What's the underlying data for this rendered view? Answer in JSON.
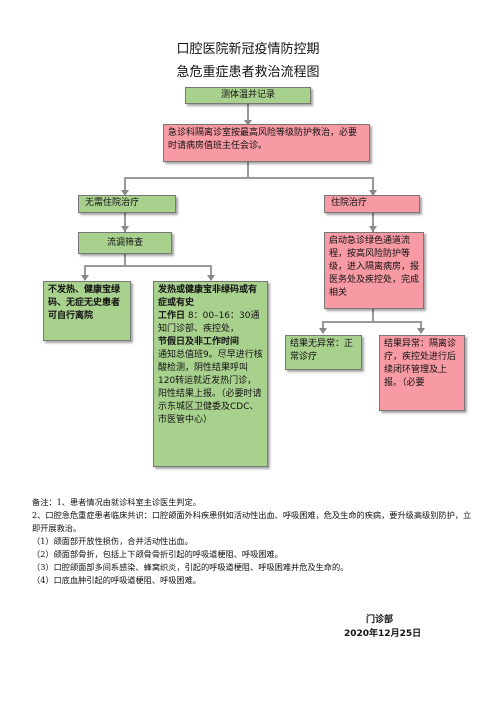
{
  "title_line1": "口腔医院新冠疫情防控期",
  "title_line2": "急危重症患者救治流程图",
  "boxes": {
    "temp": "测体温并记录",
    "isolation": "急诊科隔离诊室按最高风险等级防护救治，必要时请病房值班主任会诊。",
    "no_hospital": "无需住院治疗",
    "hospital": "住院治疗",
    "epi": "流调筛查",
    "no_fever": "不发热、健康宝绿码、无症无史患者可自行离院",
    "green_channel": "启动急诊绿色通道流程，按高风险防护等级，进入隔离病房，报医务处及疾控处，完成相关",
    "fever_title": "发热或健康宝非绿码或有症或有史",
    "fever_workday_label": "工作日",
    "fever_workday_text": "8：00–16：30通知门诊部、疾控处，",
    "fever_holiday_label": "节假日及非工作时间",
    "fever_holiday_text": "通知总值班9。尽早进行核酸检测，阴性结果呼叫120转运就近发热门诊，阳性结果上报。（必要时请示东城区卫健委及CDC、市医管中心）",
    "result_normal": "结果无异常：正常诊疗",
    "result_abnormal": "结果异常：隔离诊疗，疾控处进行后续闭环管理及上报。（必要"
  },
  "notes": [
    "备注：1、患者情况由就诊科室主诊医生判定。",
    "2、口腔急危重症患者临床共识：口腔颌面外科疾患例如活动性出血、呼吸困难，危及生命的疾病，要升级高级别防护，立即开展救治。",
    "（1）颌面部开放性损伤，合并活动性出血。",
    "（2）颌面部骨折，包括上下颌骨骨折引起的呼吸道梗阻、呼吸困难。",
    "（3）口腔颌面部多间系感染、蜂窝织炎，引起的呼吸道梗阻、呼吸困难并危及生命的。",
    "（4）口底血肿引起的呼吸道梗阻、呼吸困难。"
  ],
  "signature": {
    "dept": "门诊部",
    "date": "2020年12月25日"
  }
}
